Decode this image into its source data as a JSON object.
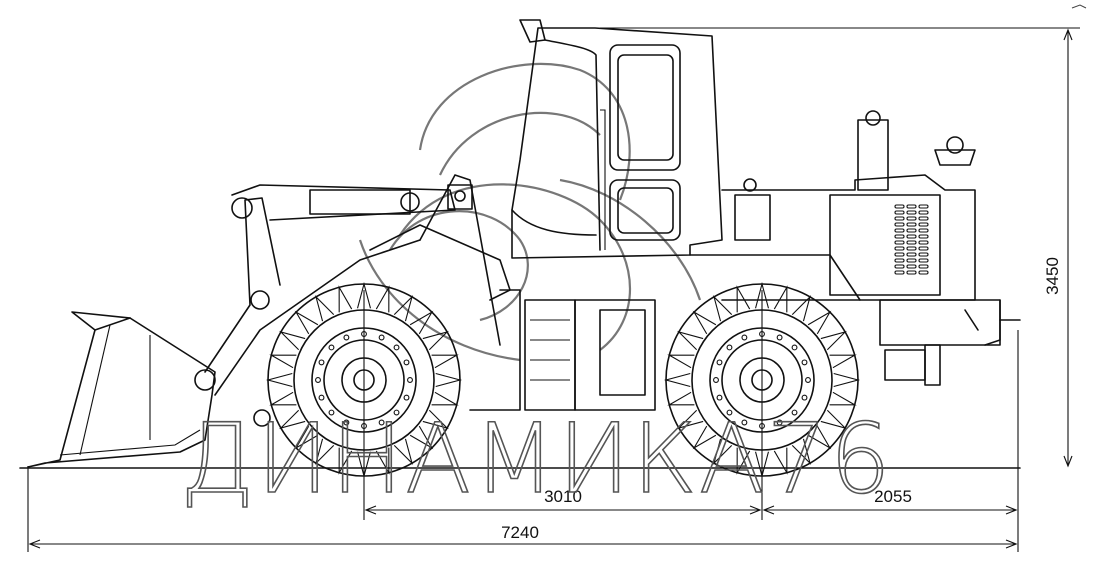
{
  "dimensions": {
    "overall_length": "7240",
    "wheelbase": "3010",
    "rear_overhang": "2055",
    "height": "3450"
  },
  "watermark": {
    "text": "ДИНАМИКА76"
  },
  "icons": {
    "logo": "swirl-logo-icon",
    "top_right_mark": "small-mark-icon"
  }
}
